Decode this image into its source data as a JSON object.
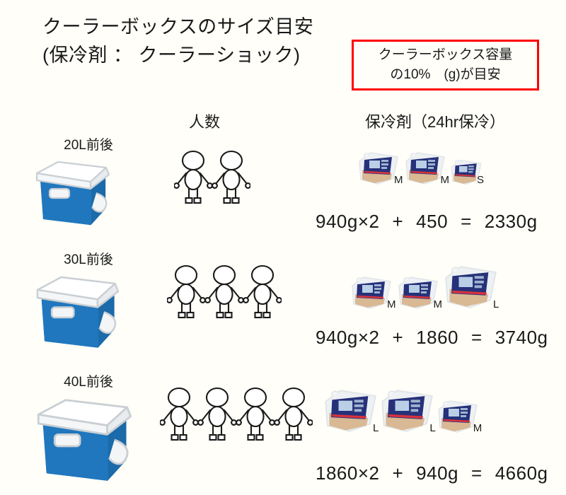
{
  "title": {
    "line1": "クーラーボックスのサイズ目安",
    "line2": "(保冷剤 ： クーラーショック)"
  },
  "note_box": {
    "line1": "クーラーボックス容量",
    "line2": "の10%　(g)が目安",
    "border_color": "#ff0000"
  },
  "headers": {
    "people": "人数",
    "ice": "保冷剤（24hr保冷）"
  },
  "colors": {
    "cooler_blue": "#2077be",
    "cooler_lid": "#ffffff",
    "pack_label_navy": "#26317a",
    "pack_stripe_red": "#d8323c",
    "pack_body_tan": "#d9b894",
    "background": "#fffef8"
  },
  "rows": [
    {
      "cooler_label": "20L前後",
      "cooler_scale": 1.0,
      "people_count": 2,
      "people_scale": 1.0,
      "packs": [
        {
          "size": "M",
          "scale": 1.0
        },
        {
          "size": "M",
          "scale": 1.0
        },
        {
          "size": "S",
          "scale": 0.78
        }
      ],
      "equation": {
        "term1": "940g×2",
        "op1": "+",
        "term2": "450",
        "op2": "=",
        "total": "2330g"
      }
    },
    {
      "cooler_label": "30L前後",
      "cooler_scale": 1.12,
      "people_count": 3,
      "people_scale": 1.0,
      "packs": [
        {
          "size": "M",
          "scale": 1.0
        },
        {
          "size": "M",
          "scale": 1.0
        },
        {
          "size": "L",
          "scale": 1.3
        }
      ],
      "equation": {
        "term1": "940g×2",
        "op1": "+",
        "term2": "1860",
        "op2": "=",
        "total": "3740g"
      }
    },
    {
      "cooler_label": "40L前後",
      "cooler_scale": 1.28,
      "people_count": 4,
      "people_scale": 1.0,
      "packs": [
        {
          "size": "L",
          "scale": 1.3
        },
        {
          "size": "L",
          "scale": 1.3
        },
        {
          "size": "M",
          "scale": 1.0
        }
      ],
      "equation": {
        "term1": "1860×2",
        "op1": "+",
        "term2": "940g",
        "op2": "=",
        "total": "4660g"
      }
    }
  ]
}
